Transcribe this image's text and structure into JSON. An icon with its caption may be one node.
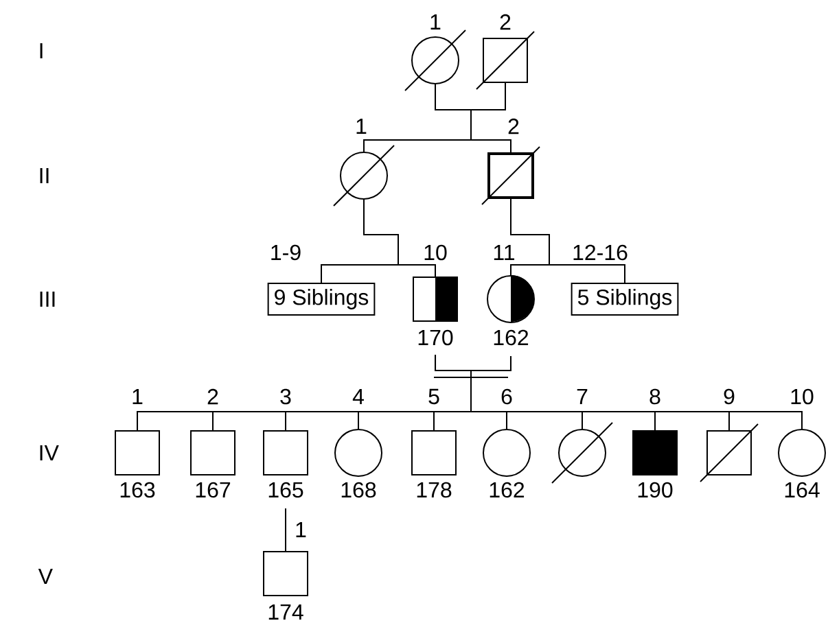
{
  "diagram": {
    "nodes": [
      {
        "text": [],
        "shape": "circle",
        "beside": [
          "1"
        ]
      },
      {
        "text": [],
        "shape": "box",
        "beside": [
          "2"
        ]
      },
      {
        "text": [],
        "shape": "circle",
        "beside": [
          "1"
        ]
      },
      {
        "text": [],
        "shape": "box",
        "beside": [
          "2"
        ]
      },
      {
        "text": [
          "9 Siblings"
        ],
        "beside": [
          "1-9"
        ]
      },
      {
        "text": [],
        "shape": "box",
        "beside": [
          "10",
          "170"
        ]
      },
      {
        "text": [],
        "shape": "circle",
        "beside": [
          "11",
          "162"
        ]
      },
      {
        "text": [
          "5 Siblings"
        ],
        "beside": [
          "12-16"
        ]
      },
      {
        "text": [],
        "shape": "box",
        "beside": [
          "1",
          "163"
        ]
      },
      {
        "text": [],
        "shape": "box",
        "beside": [
          "2",
          "167"
        ]
      },
      {
        "text": [],
        "shape": "box",
        "beside": [
          "3",
          "165"
        ]
      },
      {
        "text": [],
        "shape": "circle",
        "beside": [
          "4",
          "168"
        ]
      },
      {
        "text": [],
        "shape": "box",
        "beside": [
          "5",
          "178"
        ]
      },
      {
        "text": [],
        "shape": "circle",
        "beside": [
          "6",
          "162"
        ]
      },
      {
        "text": [],
        "shape": "circle",
        "beside": [
          "7"
        ]
      },
      {
        "text": [],
        "shape": "box",
        "beside": [
          "8",
          "190"
        ]
      },
      {
        "text": [],
        "shape": "box",
        "beside": [
          "9"
        ]
      },
      {
        "text": [],
        "shape": "circle",
        "beside": [
          "10",
          "164"
        ]
      },
      {
        "text": [],
        "shape": "box",
        "beside": [
          "1",
          "174"
        ]
      }
    ],
    "edges": [
      {
        "from": 0,
        "to": 1,
        "arrow": "none"
      },
      {
        "from": 0,
        "to": 2,
        "arrow": "none"
      },
      {
        "from": 1,
        "to": 2,
        "arrow": "none"
      },
      {
        "from": 0,
        "to": 3,
        "arrow": "none"
      },
      {
        "from": 1,
        "to": 3,
        "arrow": "none"
      },
      {
        "from": 2,
        "to": 4,
        "arrow": "none"
      },
      {
        "from": 2,
        "to": 5,
        "arrow": "none"
      },
      {
        "from": 3,
        "to": 6,
        "arrow": "none"
      },
      {
        "from": 3,
        "to": 7,
        "arrow": "none"
      },
      {
        "from": 5,
        "to": 6,
        "arrow": "none"
      },
      {
        "from": 5,
        "to": 8,
        "arrow": "none"
      },
      {
        "from": 6,
        "to": 8,
        "arrow": "none"
      },
      {
        "from": 5,
        "to": 9,
        "arrow": "none"
      },
      {
        "from": 6,
        "to": 9,
        "arrow": "none"
      },
      {
        "from": 5,
        "to": 10,
        "arrow": "none"
      },
      {
        "from": 6,
        "to": 10,
        "arrow": "none"
      },
      {
        "from": 5,
        "to": 11,
        "arrow": "none"
      },
      {
        "from": 6,
        "to": 11,
        "arrow": "none"
      },
      {
        "from": 5,
        "to": 12,
        "arrow": "none"
      },
      {
        "from": 6,
        "to": 12,
        "arrow": "none"
      },
      {
        "from": 5,
        "to": 13,
        "arrow": "none"
      },
      {
        "from": 6,
        "to": 13,
        "arrow": "none"
      },
      {
        "from": 5,
        "to": 14,
        "arrow": "none"
      },
      {
        "from": 6,
        "to": 14,
        "arrow": "none"
      },
      {
        "from": 5,
        "to": 15,
        "arrow": "none"
      },
      {
        "from": 6,
        "to": 15,
        "arrow": "none"
      },
      {
        "from": 5,
        "to": 16,
        "arrow": "none"
      },
      {
        "from": 6,
        "to": 16,
        "arrow": "none"
      },
      {
        "from": 5,
        "to": 17,
        "arrow": "none"
      },
      {
        "from": 6,
        "to": 17,
        "arrow": "none"
      },
      {
        "from": 10,
        "to": 18,
        "arrow": "none"
      }
    ],
    "labels": [
      "I",
      "II",
      "III",
      "IV",
      "V"
    ]
  }
}
